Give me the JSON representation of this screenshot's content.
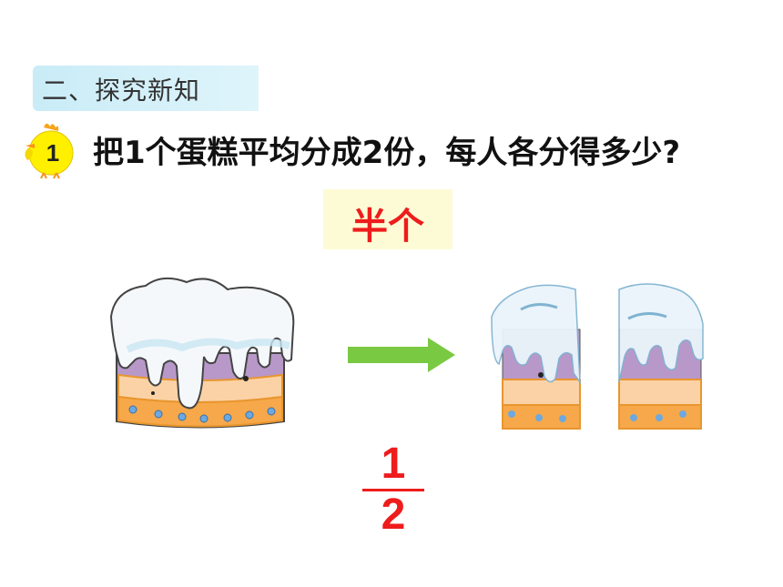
{
  "section": {
    "title": "二、探究新知"
  },
  "problem": {
    "number": "1",
    "question": "把1个蛋糕平均分成2份，每人各分得多少?"
  },
  "answer": {
    "text": "半个"
  },
  "fraction": {
    "numerator": "1",
    "denominator": "2"
  },
  "colors": {
    "accent_red": "#ee1c1c",
    "arrow_green": "#7ac943",
    "tab_blue": "#c9ecf7",
    "answer_bg": "#fdfbd5",
    "chick_yellow": "#fff000"
  },
  "icons": {
    "badge": "chick-icon",
    "cake_whole": "whole-cake-icon",
    "cake_halves": "half-cake-icon",
    "arrow": "right-arrow-icon"
  }
}
